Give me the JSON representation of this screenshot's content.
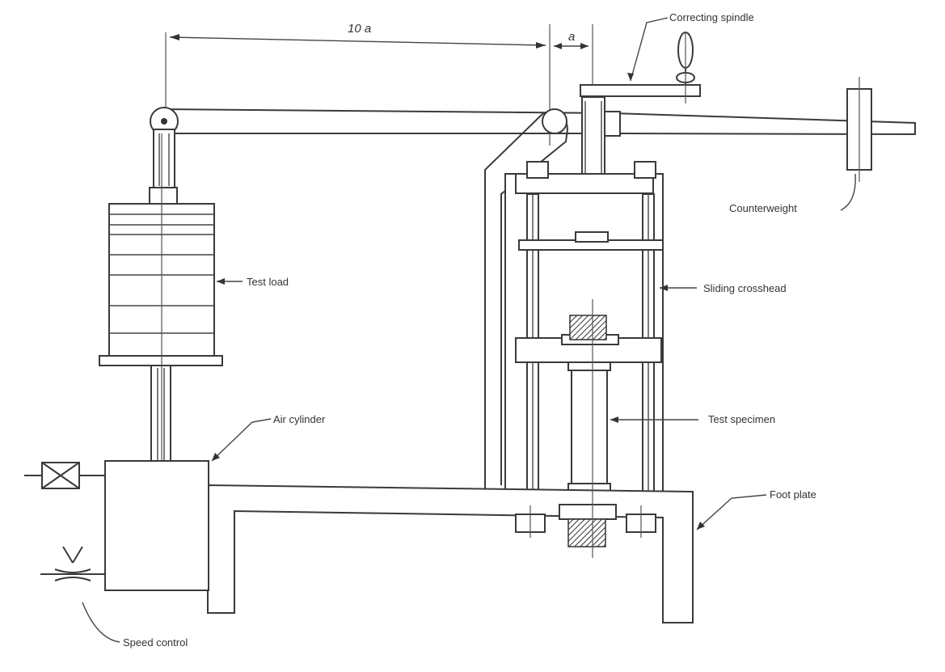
{
  "labels": {
    "correcting_spindle": "Correcting spindle",
    "counterweight": "Counterweight",
    "test_load": "Test load",
    "sliding_crosshead": "Sliding crosshead",
    "air_cylinder": "Air cylinder",
    "test_specimen": "Test specimen",
    "foot_plate": "Foot plate",
    "speed_control": "Speed control"
  },
  "dimensions": {
    "lever_arm_long": "10 a",
    "lever_arm_short": "a"
  }
}
